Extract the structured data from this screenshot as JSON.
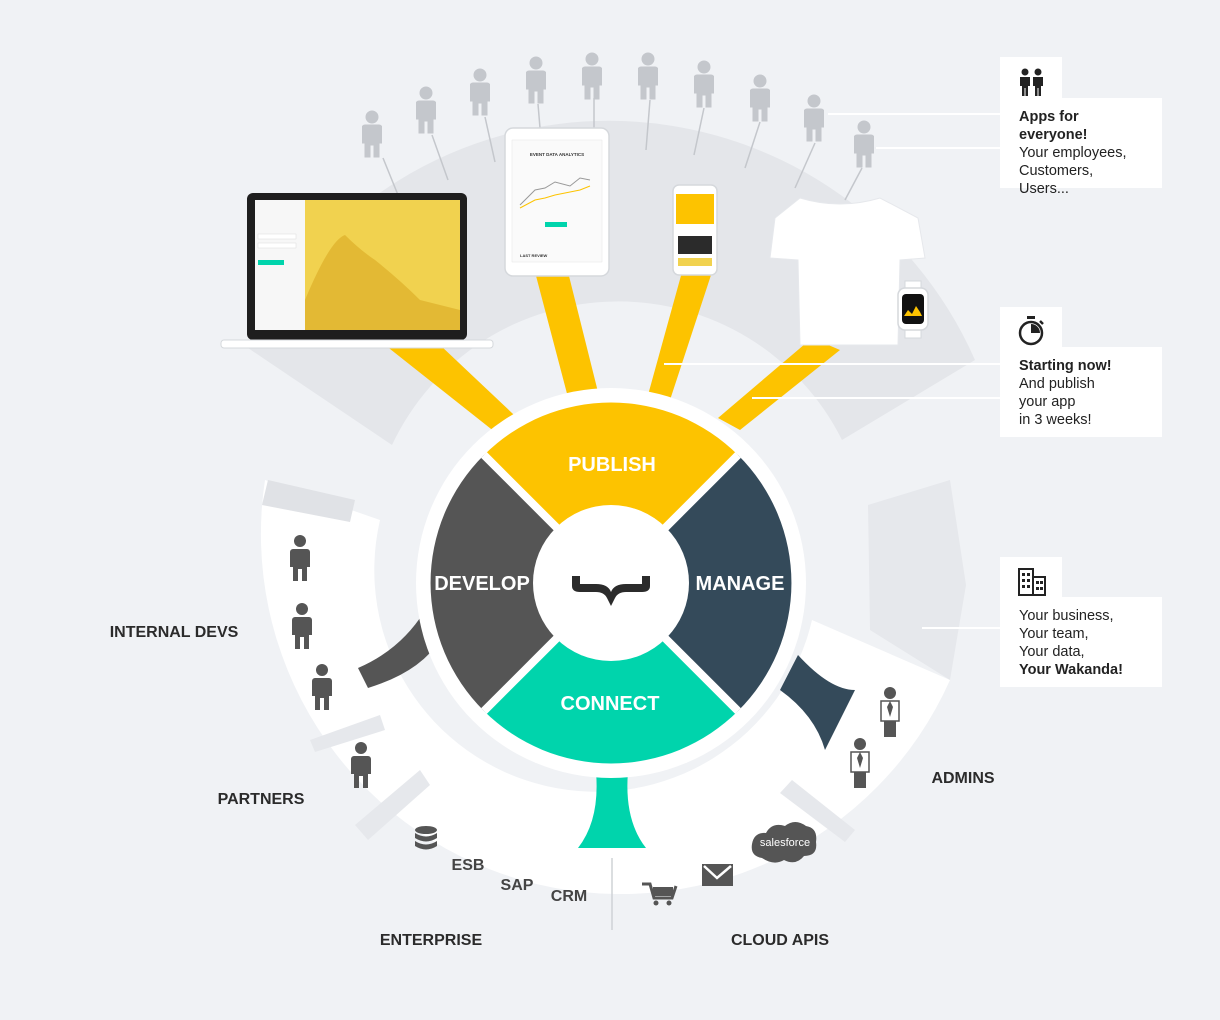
{
  "segments": {
    "publish": "PUBLISH",
    "develop": "DEVELOP",
    "manage": "MANAGE",
    "connect": "CONNECT"
  },
  "audiences": {
    "internal_devs": "INTERNAL DEVS",
    "partners": "PARTNERS",
    "enterprise": "ENTERPRISE",
    "cloud_apis": "CLOUD APIS",
    "admins": "ADMINS"
  },
  "integrations": {
    "esb": "ESB",
    "sap": "SAP",
    "crm": "CRM",
    "salesforce": "salesforce"
  },
  "cards": {
    "everyone": {
      "title": "Apps for everyone!",
      "line1": "Your employees,",
      "line2": "Customers,",
      "line3": "Users..."
    },
    "starting": {
      "title": "Starting now!",
      "line1": "And publish",
      "line2": "your app",
      "line3": "in 3 weeks!"
    },
    "business": {
      "line1": "Your business,",
      "line2": "Your team,",
      "line3": "Your data,",
      "title": "Your Wakanda!"
    }
  },
  "devices": {
    "tablet_title": "EVENT DATA ANALYTICS",
    "tablet_footer": "LAST REVIEW"
  },
  "colors": {
    "publish": "#fdc300",
    "develop": "#555555",
    "manage": "#344a5a",
    "connect": "#00d4ac",
    "ring": "#e6e8ec",
    "people": "#c4c7cc"
  },
  "icons": {
    "center": "wakanda-brace-icon",
    "everyone_card": "two-people-icon",
    "starting_card": "stopwatch-icon",
    "business_card": "buildings-icon",
    "esb": "database-icon",
    "cloud_cart": "shopping-cart-icon",
    "cloud_mail": "mail-icon",
    "cloud_salesforce": "salesforce-cloud-icon"
  }
}
